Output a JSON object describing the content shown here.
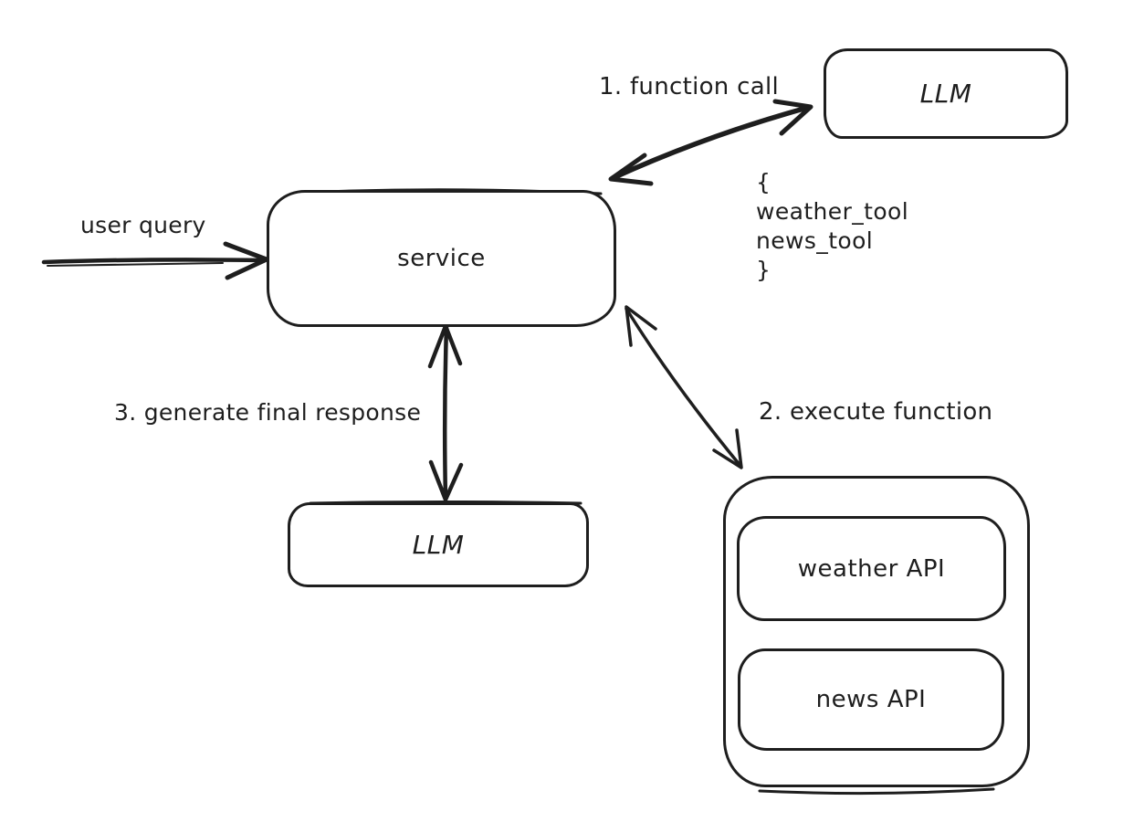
{
  "canvas": {
    "background": "#ffffff",
    "stroke_color": "#1e1e1e"
  },
  "nodes": {
    "llm_top": {
      "label": "LLM"
    },
    "service": {
      "label": "service"
    },
    "llm_bottom": {
      "label": "LLM"
    },
    "weather_api": {
      "label": "weather API"
    },
    "news_api": {
      "label": "news API"
    }
  },
  "labels": {
    "user_query": "user query",
    "step1": "1. function call",
    "step2": "2. execute function",
    "step3": "3. generate final response"
  },
  "code_block": {
    "lines": [
      "{",
      "weather_tool",
      "news_tool",
      "}"
    ]
  }
}
